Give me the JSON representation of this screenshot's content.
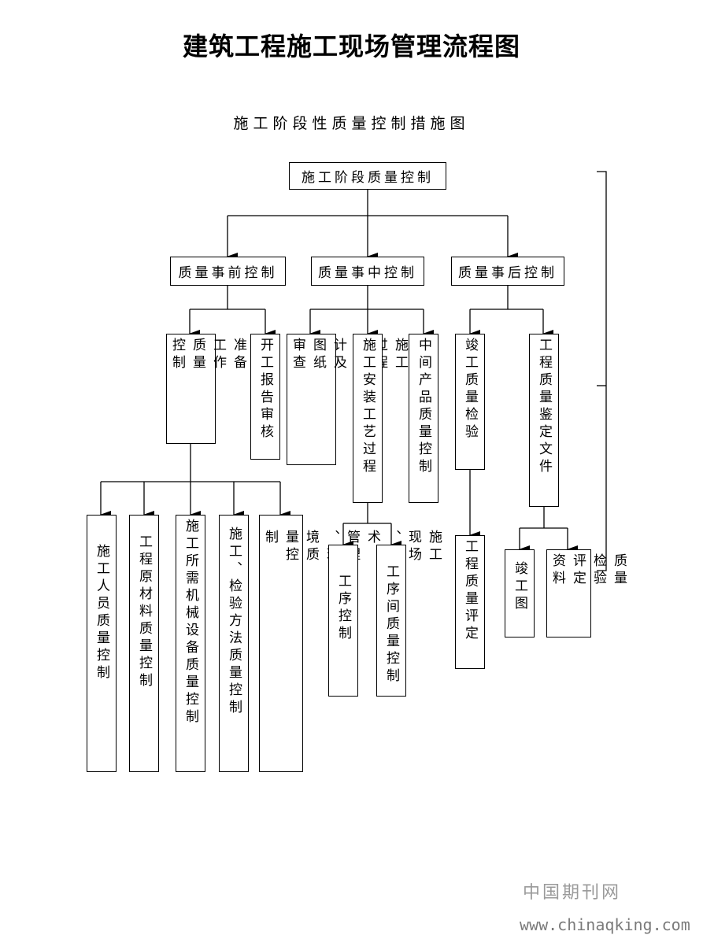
{
  "title": "建筑工程施工现场管理流程图",
  "subtitle": "施工阶段性质量控制措施图",
  "nodes": {
    "root": "施工阶段质量控制",
    "pre": "质量事前控制",
    "mid": "质量事中控制",
    "post": "质量事后控制",
    "prep": "施工\n准备\n工作\n质量\n控制",
    "start_review": "开工报告审核",
    "drawing_review": "施工\n过程\n中设\n计及\n图纸\n审查",
    "install_process": "施工安装工艺过程",
    "intermediate_product": "中间产品质量控制",
    "completion_inspection": "竣工质量检验",
    "quality_docs": "工程质量鉴定文件",
    "personnel": "施工人员质量控制",
    "materials": "工程原材料质量控制",
    "machinery": "施工所需机械设备质量控制",
    "methods": "施工、检验方法质量控制",
    "environment": "施工\n现场\n、技\n术、\n管理\n、环\n境质\n量控\n制",
    "procedure": "工序控制",
    "inter_procedure": "工序间质量控制",
    "quality_assessment": "工程质量评定",
    "as_built": "竣工图",
    "inspection_data": "质量\n检验\n评定\n资料"
  },
  "watermark": {
    "name": "中国期刊网",
    "url": "www.chinaqking.com"
  }
}
